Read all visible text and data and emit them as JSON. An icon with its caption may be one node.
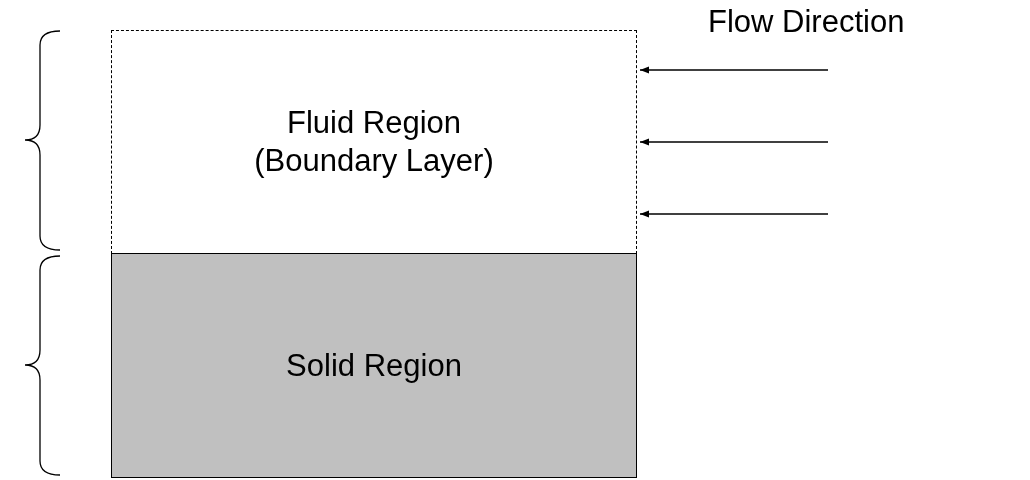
{
  "diagram": {
    "nodes": [
      {
        "text": [
          "Fluid Region",
          "(Boundary Layer)"
        ]
      },
      {
        "text": [
          "Solid Region"
        ]
      }
    ],
    "labels": [
      "Flow Direction"
    ]
  }
}
